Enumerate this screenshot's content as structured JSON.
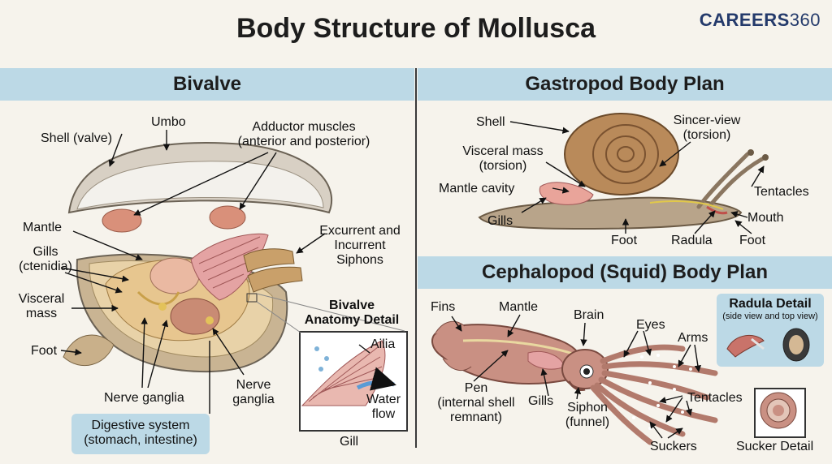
{
  "header": {
    "title": "Body Structure of Mollusca",
    "brand_main": "CAREERS",
    "brand_num": "360"
  },
  "sections": {
    "bivalve": "Bivalve",
    "gastropod": "Gastropod Body Plan",
    "cephalopod": "Cephalopod (Squid) Body Plan"
  },
  "bivalve": {
    "umbo": "Umbo",
    "shell": "Shell (valve)",
    "adductor_1": "Adductor muscles",
    "adductor_2": "(anterior and posterior)",
    "mantle": "Mantle",
    "gills_1": "Gills",
    "gills_2": "(ctenidia)",
    "visceral_1": "Visceral",
    "visceral_2": "mass",
    "foot": "Foot",
    "siphons_1": "Excurrent and",
    "siphons_2": "Incurrent",
    "siphons_3": "Siphons",
    "nerve_ganglia": "Nerve ganglia",
    "nerve_ganglia2_1": "Nerve",
    "nerve_ganglia2_2": "ganglia",
    "digestive_1": "Digestive system",
    "digestive_2": "(stomach, intestine)",
    "detail_title_1": "Bivalve",
    "detail_title_2": "Anatomy Detail",
    "ailia": "Ailia",
    "water_1": "Water",
    "water_2": "flow",
    "gill": "Gill"
  },
  "gastropod": {
    "shell": "Shell",
    "sincer_1": "Sincer-view",
    "sincer_2": "(torsion)",
    "visceral_1": "Visceral mass",
    "visceral_2": "(torsion)",
    "mantle_cavity": "Mantle cavity",
    "tentacles": "Tentacles",
    "gills": "Gills",
    "mouth": "Mouth",
    "foot_1": "Foot",
    "radula": "Radula",
    "foot_2": "Foot"
  },
  "cephalopod": {
    "fins": "Fins",
    "mantle": "Mantle",
    "brain": "Brain",
    "eyes": "Eyes",
    "arms": "Arms",
    "pen_1": "Pen",
    "pen_2": "(internal shell",
    "pen_3": "remnant)",
    "gills": "Gills",
    "siphon_1": "Siphon",
    "siphon_2": "(funnel)",
    "tentacles": "Tentacles",
    "suckers": "Suckers",
    "radula_title": "Radula Detail",
    "radula_sub": "(side view and top view)",
    "sucker_detail": "Sucker Detail"
  }
}
